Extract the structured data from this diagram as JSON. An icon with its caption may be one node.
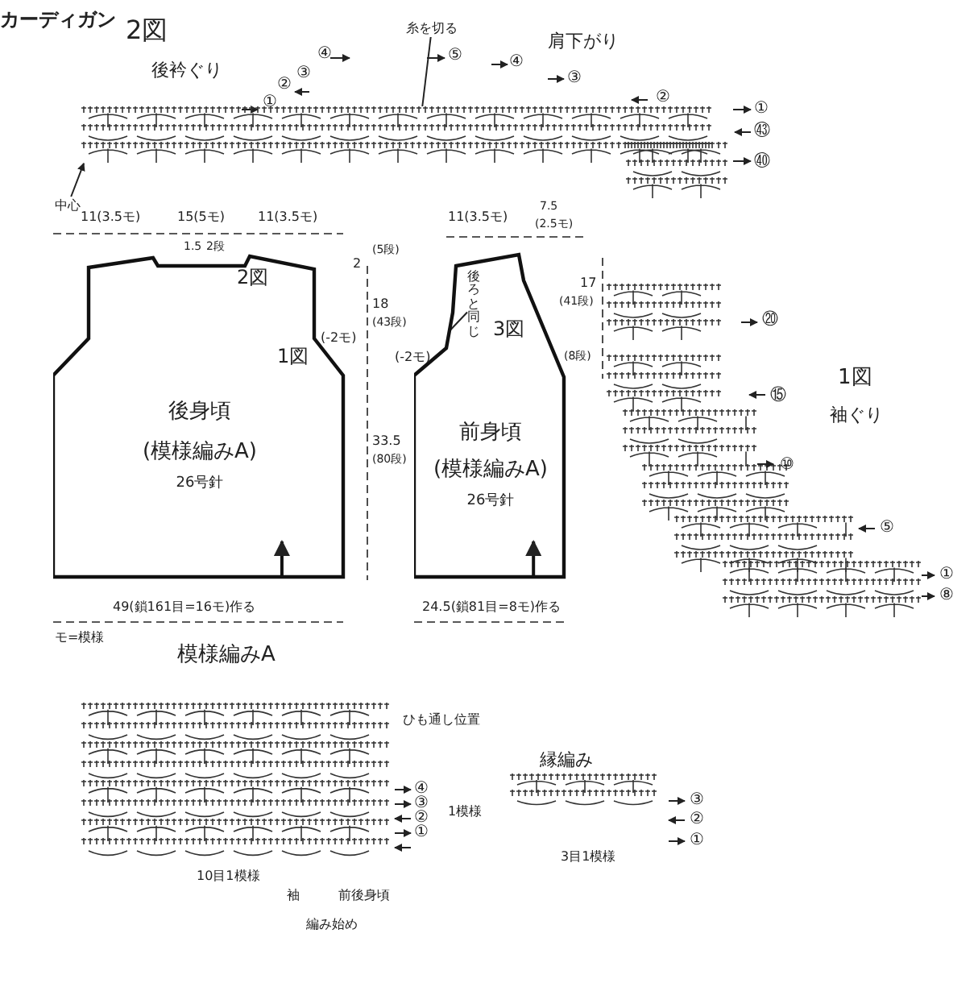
{
  "diagram": {
    "title": "カーディガン",
    "nodes": [
      {
        "text": [
          "後身頃",
          "(模様編みA)",
          "26号針"
        ]
      },
      {
        "text": [
          "前身頃",
          "(模様編みA)",
          "26号針"
        ]
      },
      {
        "text": [
          "糸を切る"
        ]
      },
      {
        "text": [
          "後ろと同じ"
        ],
        "in": 1
      },
      {
        "text": [
          "中心"
        ]
      },
      {
        "text": [],
        "shape": "picture"
      }
    ],
    "edges": [
      {
        "from": 2,
        "to": 5,
        "arrow": "none"
      },
      {
        "from": 3,
        "to": 1,
        "arrow": "none"
      },
      {
        "from": 4,
        "to": 5,
        "arrow": "to"
      }
    ],
    "labels": [
      "2図",
      "後衿ぐり",
      "肩下がり",
      "①",
      "②",
      "③",
      "④",
      "⑤",
      "④",
      "③",
      "②",
      "①",
      "㊸",
      "㊵",
      "11(3.5モ)",
      "15(5モ)",
      "11(3.5モ)",
      "1.5",
      "2段",
      "2図",
      "1図",
      "(-2モ)",
      "2",
      "(5段)",
      "18",
      "(43段)",
      "33.5",
      "(80段)",
      "11(3.5モ)",
      "7.5",
      "(2.5モ)",
      "(-2モ)",
      "3図",
      "17",
      "(41段)",
      "(8段)",
      "49(鎖161目=16モ)作る",
      "24.5(鎖81目=8モ)作る",
      "モ=模様",
      "⑳",
      "1図",
      "袖ぐり",
      "⑮",
      "⑩",
      "⑤",
      "①",
      "⑧",
      "模様編みA",
      "ひも通し位置",
      "④",
      "③",
      "②",
      "①",
      "1模様",
      "10目1模様",
      "袖",
      "前後身頃",
      "編み始め",
      "縁編み",
      "③",
      "②",
      "①",
      "3目1模様"
    ]
  }
}
